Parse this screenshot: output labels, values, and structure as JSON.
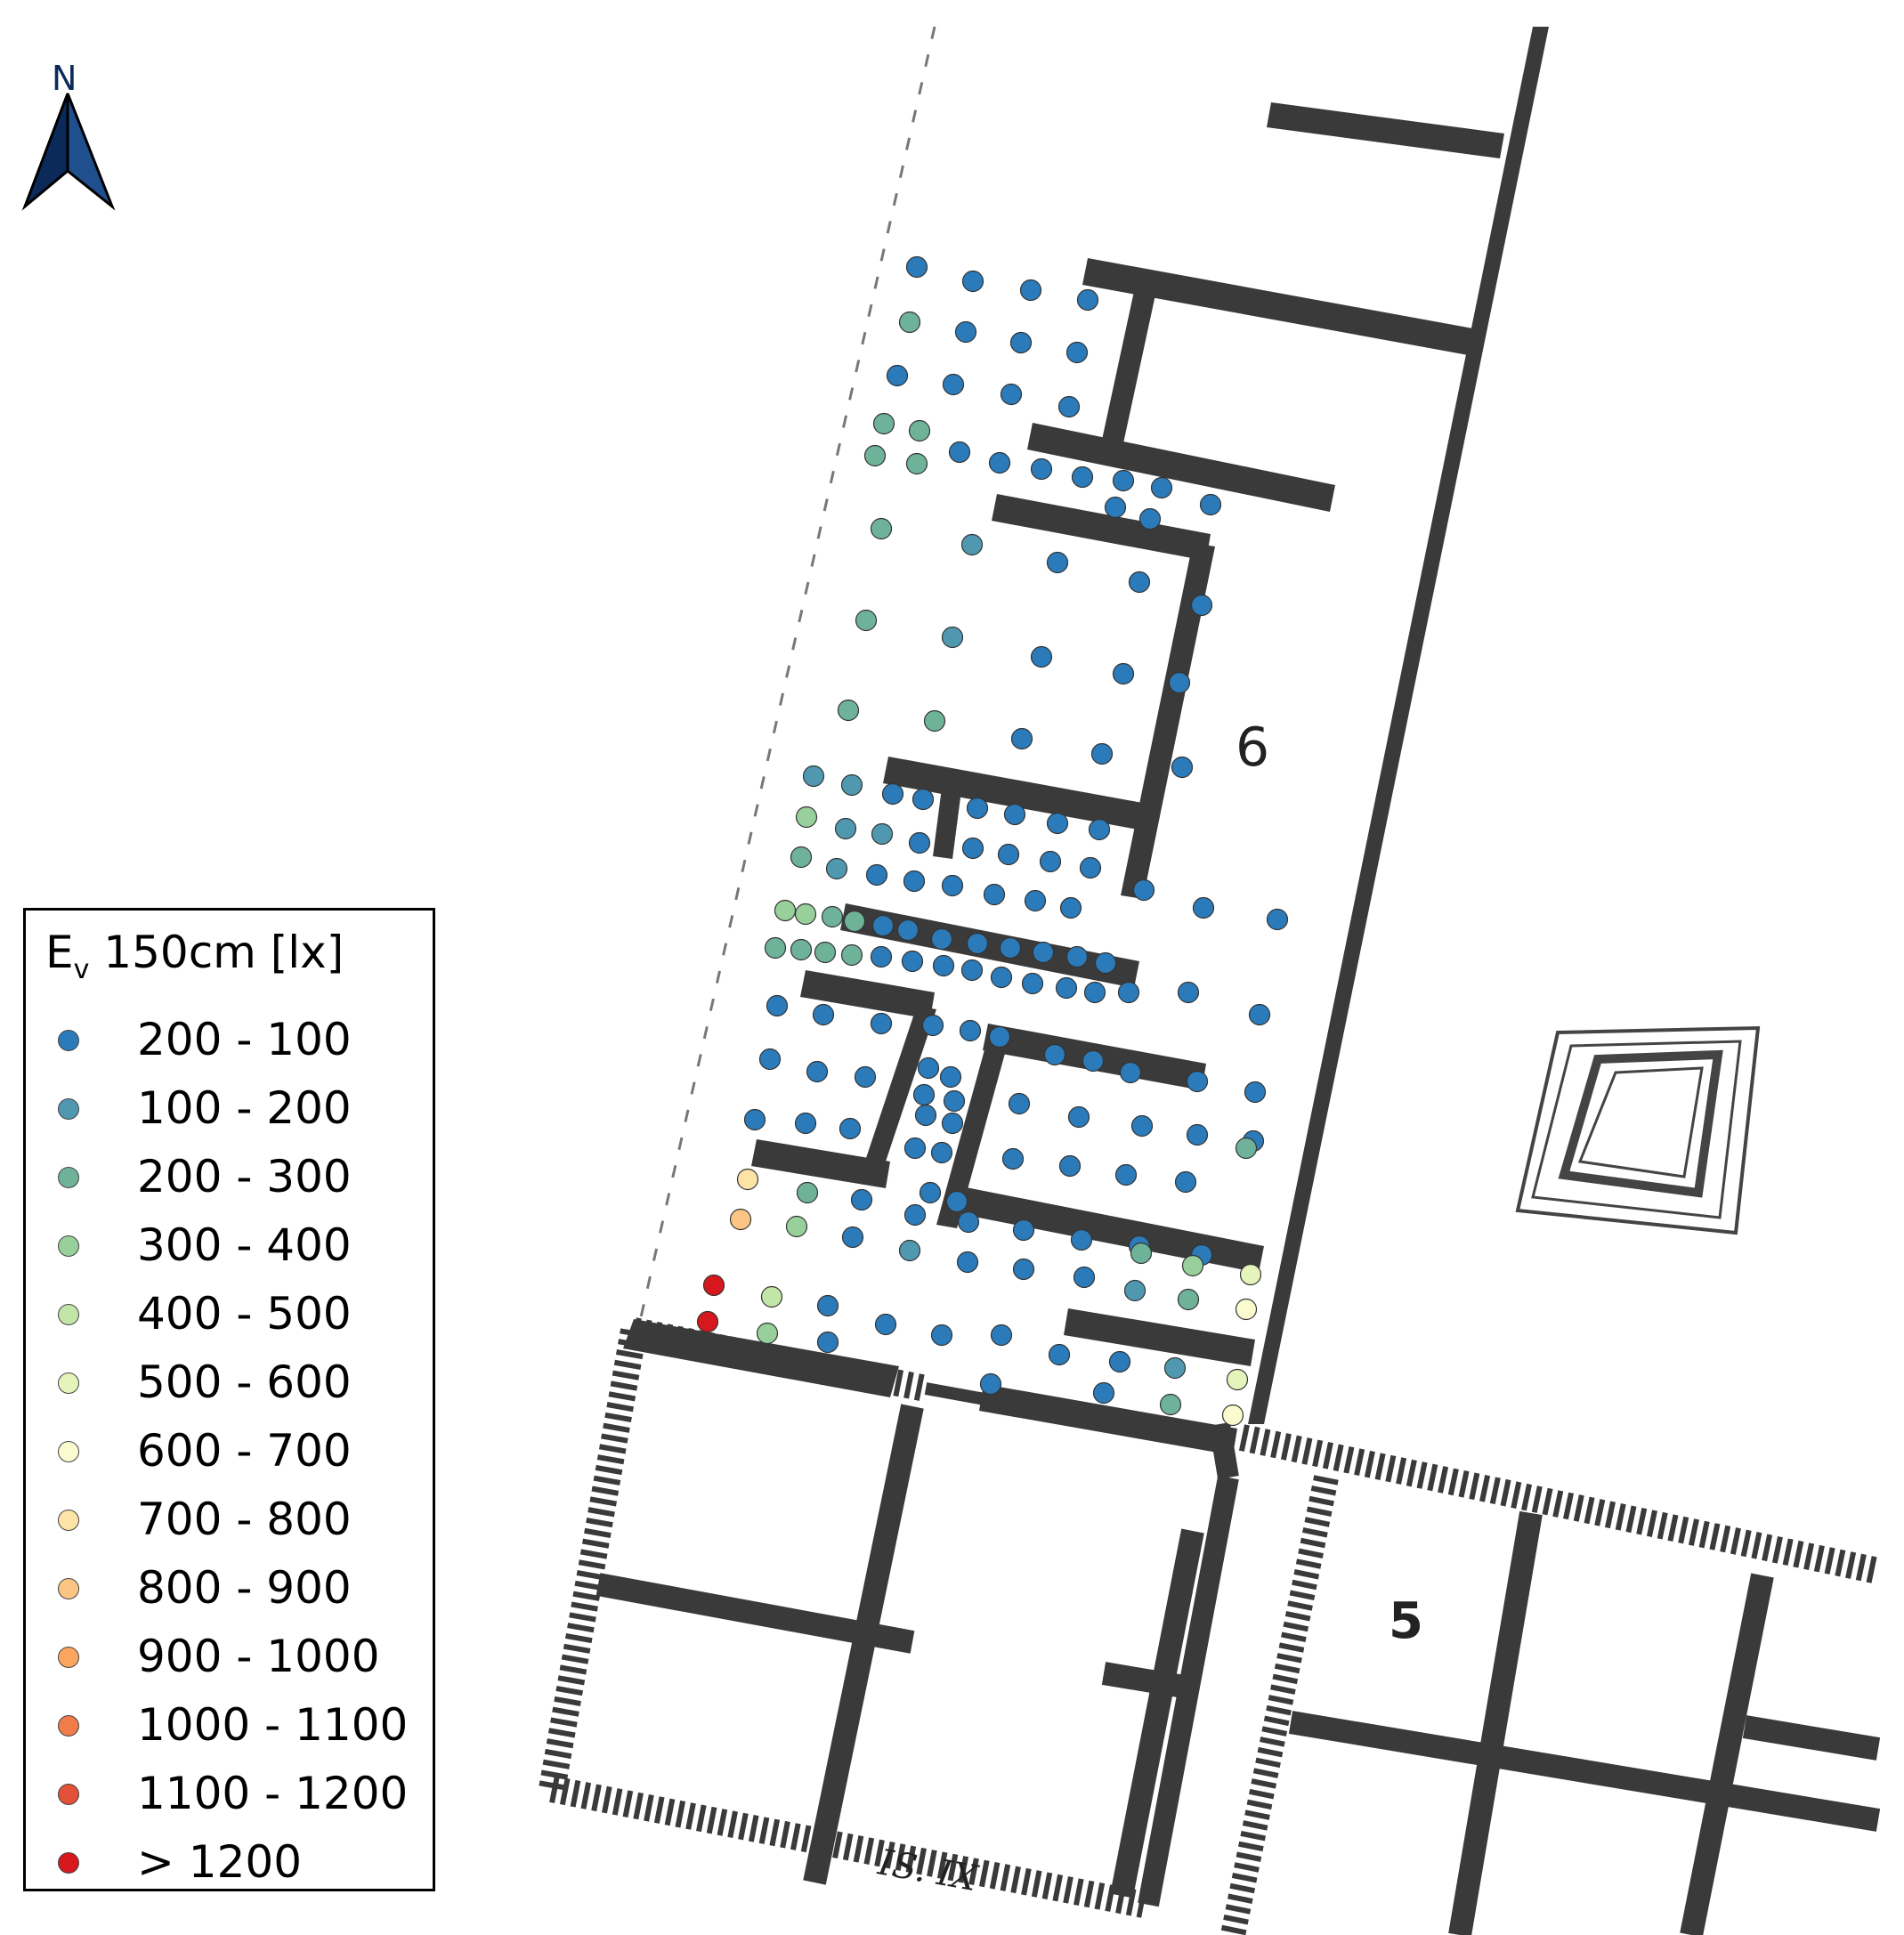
{
  "north_label": "N",
  "legend": {
    "title_main": "E",
    "title_sub": "v",
    "title_rest": " 150cm [lx]",
    "items": [
      {
        "label": "200 - 100",
        "color": "#2b7bba"
      },
      {
        "label": "100 - 200",
        "color": "#4f98b0"
      },
      {
        "label": "200 - 300",
        "color": "#6fb29a"
      },
      {
        "label": "300 - 400",
        "color": "#97d09a"
      },
      {
        "label": "400 - 500",
        "color": "#c2e6a8"
      },
      {
        "label": "500 - 600",
        "color": "#e4f4bb"
      },
      {
        "label": "600 - 700",
        "color": "#fbfbd0"
      },
      {
        "label": "700 - 800",
        "color": "#fee3a6"
      },
      {
        "label": "800 - 900",
        "color": "#fdc584"
      },
      {
        "label": "900 - 1000",
        "color": "#fca55f"
      },
      {
        "label": "1000 - 1100",
        "color": "#f07c4a"
      },
      {
        "label": "1100 - 1200",
        "color": "#e45139"
      },
      {
        "label": "> 1200",
        "color": "#d6181e"
      }
    ]
  },
  "map_labels": {
    "insula_6": "6",
    "insula_5": "5",
    "caption": "IS. IX"
  }
}
